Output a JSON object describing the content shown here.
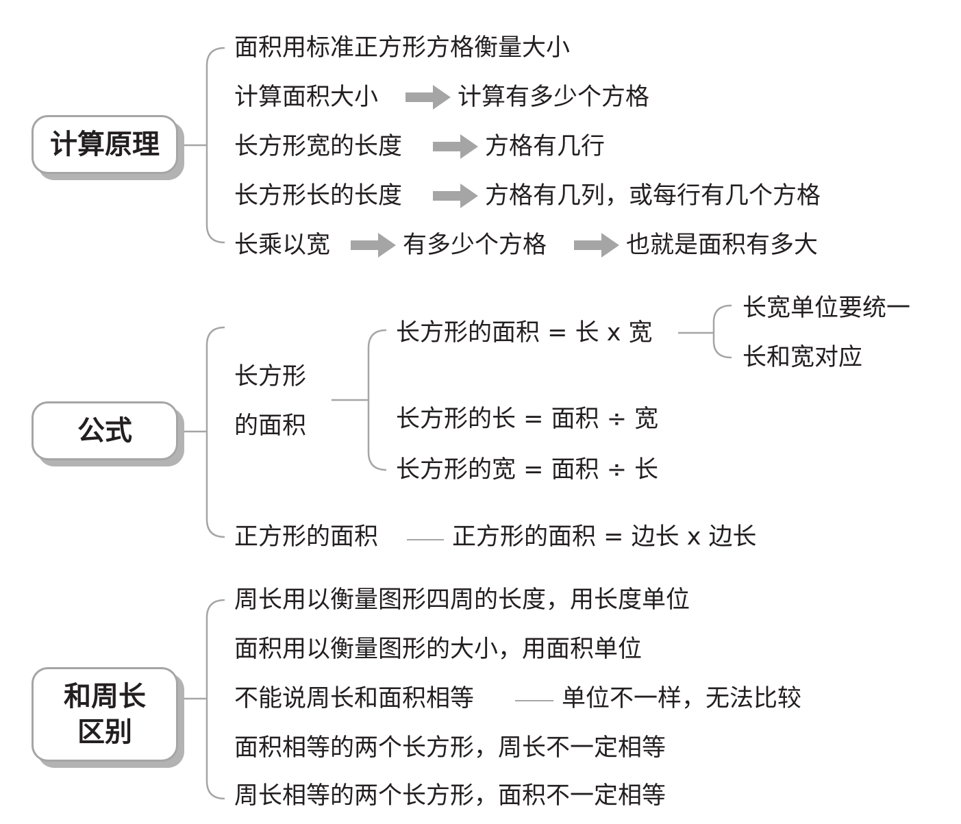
{
  "principle": {
    "title": "计算原理",
    "items": [
      [
        "面积用标准正方形方格衡量大小"
      ],
      [
        "计算面积大小",
        "计算有多少个方格"
      ],
      [
        "长方形宽的长度",
        "方格有几行"
      ],
      [
        "长方形长的长度",
        "方格有几列，或每行有几个方格"
      ],
      [
        "长乘以宽",
        "有多少个方格",
        "也就是面积有多大"
      ]
    ]
  },
  "formula": {
    "title": "公式",
    "rect_label": [
      "长方形",
      "的面积"
    ],
    "rect_area": "长方形的面积 = 长 x 宽",
    "unit_notes": [
      "长宽单位要统一",
      "长和宽对应"
    ],
    "rect_length": "长方形的长 = 面积 ÷ 宽",
    "rect_width": "长方形的宽 = 面积 ÷ 长",
    "square_label": "正方形的面积",
    "square_area": "正方形的面积 = 边长 x 边长"
  },
  "difference": {
    "title": "和周长\n区别",
    "items": [
      "周长用以衡量图形四周的长度，用长度单位",
      "面积用以衡量图形的大小，用面积单位",
      "不能说周长和面积相等",
      "面积相等的两个长方形，周长不一定相等",
      "周长相等的两个长方形，面积不一定相等"
    ],
    "reason": "单位不一样，无法比较"
  }
}
